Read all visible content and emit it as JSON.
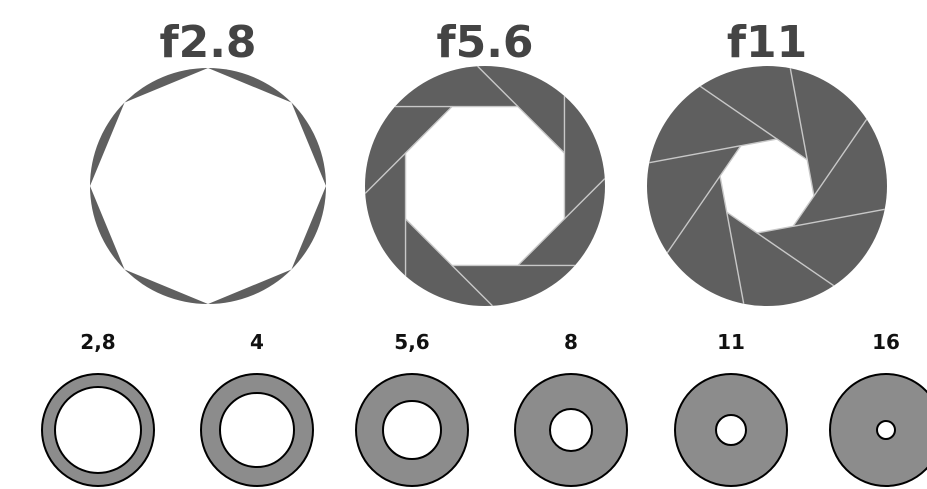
{
  "apertures": [
    {
      "label": "f2.8",
      "blades": 8
    },
    {
      "label": "f5.6",
      "blades": 8
    },
    {
      "label": "f11",
      "blades": 8
    }
  ],
  "stops": [
    {
      "label": "2,8"
    },
    {
      "label": "4"
    },
    {
      "label": "5,6"
    },
    {
      "label": "8"
    },
    {
      "label": "11"
    },
    {
      "label": "16"
    }
  ],
  "colors": {
    "blade": "#5f5f5f",
    "blade_edge": "#c8c8c8",
    "ring_fill": "#8c8c8c",
    "ring_stroke": "#000000",
    "background": "#ffffff"
  }
}
